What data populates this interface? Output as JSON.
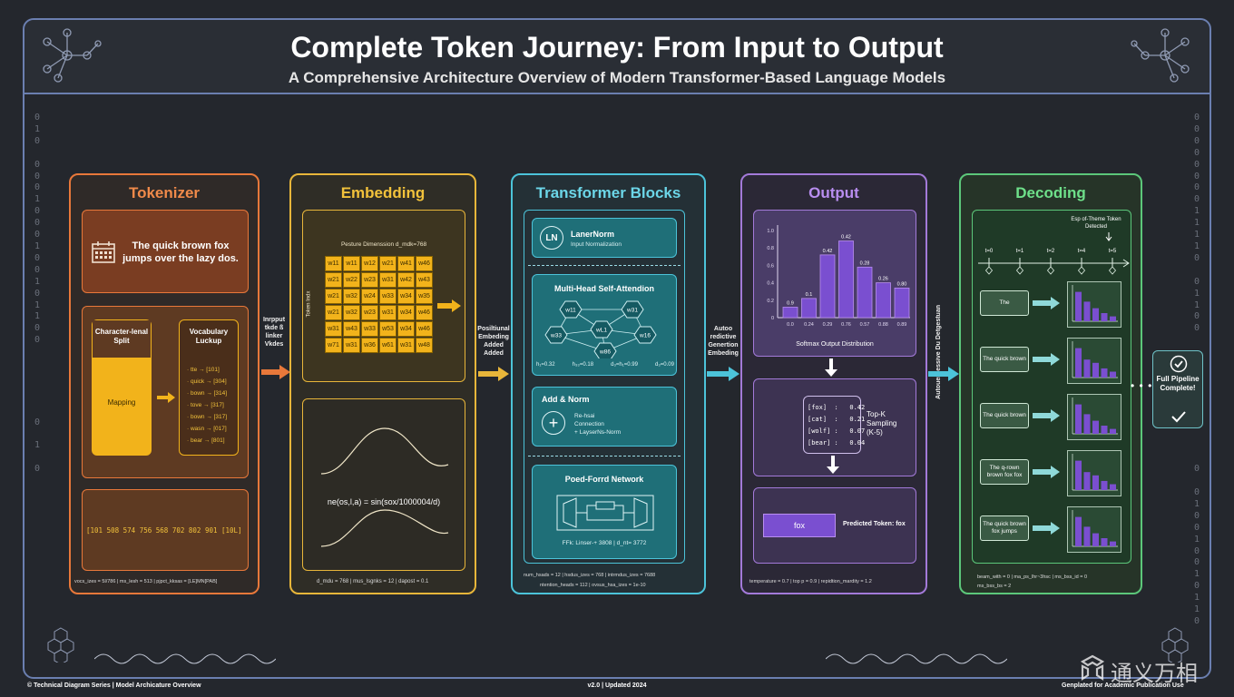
{
  "header": {
    "title": "Complete Token Journey: From Input to Output",
    "subtitle": "A Comprehensive Architecture Overview of Modern Transformer-Based Language Models"
  },
  "binary_left": "0\n1\n0\n\n0\n0\n0\n1\n0\n0\n0\n1\n0\n0\n1\n0\n1\n1\n0\n0\n\n\n\n\n\n\n0\n\n1\n\n0",
  "binary_right": "0\n0\n0\n0\n0\n0\n0\n0\n1\n1\n1\n1\n0\n\n0\n1\n1\n0\n0\n\n\n\n\n\n\n\n\n\n\n\n0\n\n0\n1\n0\n0\n1\n0\n0\n1\n0\n1\n1\n0",
  "tokenizer": {
    "title": "Tokenizer",
    "input_text": "The quick brown fox jumps over the lazy dos.",
    "split_label": "Character-lenal Split",
    "mapping_label": "Mapping",
    "vocab_label": "Vocabulary Luckup",
    "vocab": [
      "tte → [101]",
      "quick → [304]",
      "bown → [314]",
      "tove → [317]",
      "bown → [317]",
      "wasn → [017]",
      "bear → [801]"
    ],
    "ids": "[101  508  574  756  568  702  802  901  [10L]",
    "footer": "vocs_izes = 5l/786  |  ms_lesh = 513  |  pjpct_kksas = [LE]MN[PAB]"
  },
  "arrow1": "Inrpput tkde ß linker Vkdes",
  "embedding": {
    "title": "Embedding",
    "matrix_title": "Pesture Dimenssion  d_mdk=768",
    "row_label": "Token Indx",
    "cells": [
      "w11",
      "w11",
      "w12",
      "w21",
      "w41",
      "w46",
      "w21",
      "w22",
      "w23",
      "w31",
      "w42",
      "w43",
      "w21",
      "w32",
      "w24",
      "w33",
      "w34",
      "w35",
      "w21",
      "w32",
      "w23",
      "w31",
      "w34",
      "w46",
      "w31",
      "w43",
      "w33",
      "w53",
      "w34",
      "w46",
      "w71",
      "w31",
      "w36",
      "w61",
      "w31",
      "w48"
    ],
    "formula": "ne(os,l,a) = sin(sox/1000004/d)",
    "footer": "d_mdu = 768  |  mus_lsgnks = 12  |  dapost = 0.1"
  },
  "arrow2": "Posiltiunal Embeding Added Added",
  "transformer": {
    "title": "Transformer Blocks",
    "ln_icon": "LN",
    "ln_title": "LanerNorm",
    "ln_sub": "Input Normalization",
    "mha_title": "Multi-Head Self-Attendion",
    "nodes": [
      "w11",
      "w31",
      "w33",
      "wL1",
      "w16",
      "w86"
    ],
    "weights": [
      "h₁=0.32",
      "h₃₃=0.18",
      "d₃=h₁=0.99",
      "d₃=0.09"
    ],
    "addnorm_title": "Add & Norm",
    "addnorm_sub1": "Re-hsai",
    "addnorm_sub2": "Connection",
    "addnorm_sub3": "+ LayserNs-Norm",
    "ffn_title": "Poed-Forrd Network",
    "ffn_sub": "FFk: Linser-+ 3808  |  d_nt= 3772",
    "footer1": "num_hsads = 12  |  hsdus_izes = 768  |  intrmdus_izes = 7688",
    "footer2": "ntention_heads = 112  |  ovsus_hsa_izes = 1e-10"
  },
  "arrow3": "Autoo redictive Genertion Embeding",
  "output": {
    "title": "Output",
    "yticks": [
      "1.0",
      "0.8",
      "0.6",
      "0.4",
      "0.2",
      "0"
    ],
    "bar_labels": [
      "0.9",
      "0.1",
      "0.42",
      "0.42",
      "0.28",
      "0.26",
      "0.80"
    ],
    "xticks": [
      "0.0",
      "0.24",
      "0.29",
      "0.76",
      "0.57",
      "0.88",
      "0.89"
    ],
    "chart_label": "Softmax Output Distribution",
    "topk": [
      "[fox]  :   0.42",
      "[cat]  :   0.21",
      "[wolf] :   0.07",
      "[bear] :   0.04"
    ],
    "topk_label": "Top-K Sampling (K-5)",
    "pred_token": "fox",
    "pred_label": "Predicted Token: fox",
    "footer": "temperature = 0.7  |  top p = 0.9  |  repidtion_mardity = 1.2"
  },
  "arrow4": "Autouergessive Du Detgestuan",
  "decoding": {
    "title": "Decoding",
    "eos_label": "Esp of-Theme Token Detected",
    "timesteps": [
      "t=0",
      "t=1",
      "t=2",
      "t=4",
      "t=5"
    ],
    "steps": [
      "The",
      "The quick brown",
      "The quick brown",
      "The q-rown brown fox fox",
      "The quick brown fox jumps"
    ],
    "footer1": "beam_with = 0  |  ma_ps_lhr~3hsc  |  ms_bss_id = 0",
    "footer2": "ms_bss_bs = 2"
  },
  "complete": {
    "label": "Full Pipeline Complete!"
  },
  "footer": {
    "left": "© Technical Diagram Series | Model Archicature Overview",
    "center": "v2.0 | Updated 2024",
    "right": "Genplated for Academic Publication Use"
  },
  "watermark": "通义万相",
  "colors": {
    "tokenizer": "#e8783a",
    "embedding": "#e8b63a",
    "transformer": "#4cc3d9",
    "output": "#a37ad9",
    "decoding": "#5cc77a"
  }
}
